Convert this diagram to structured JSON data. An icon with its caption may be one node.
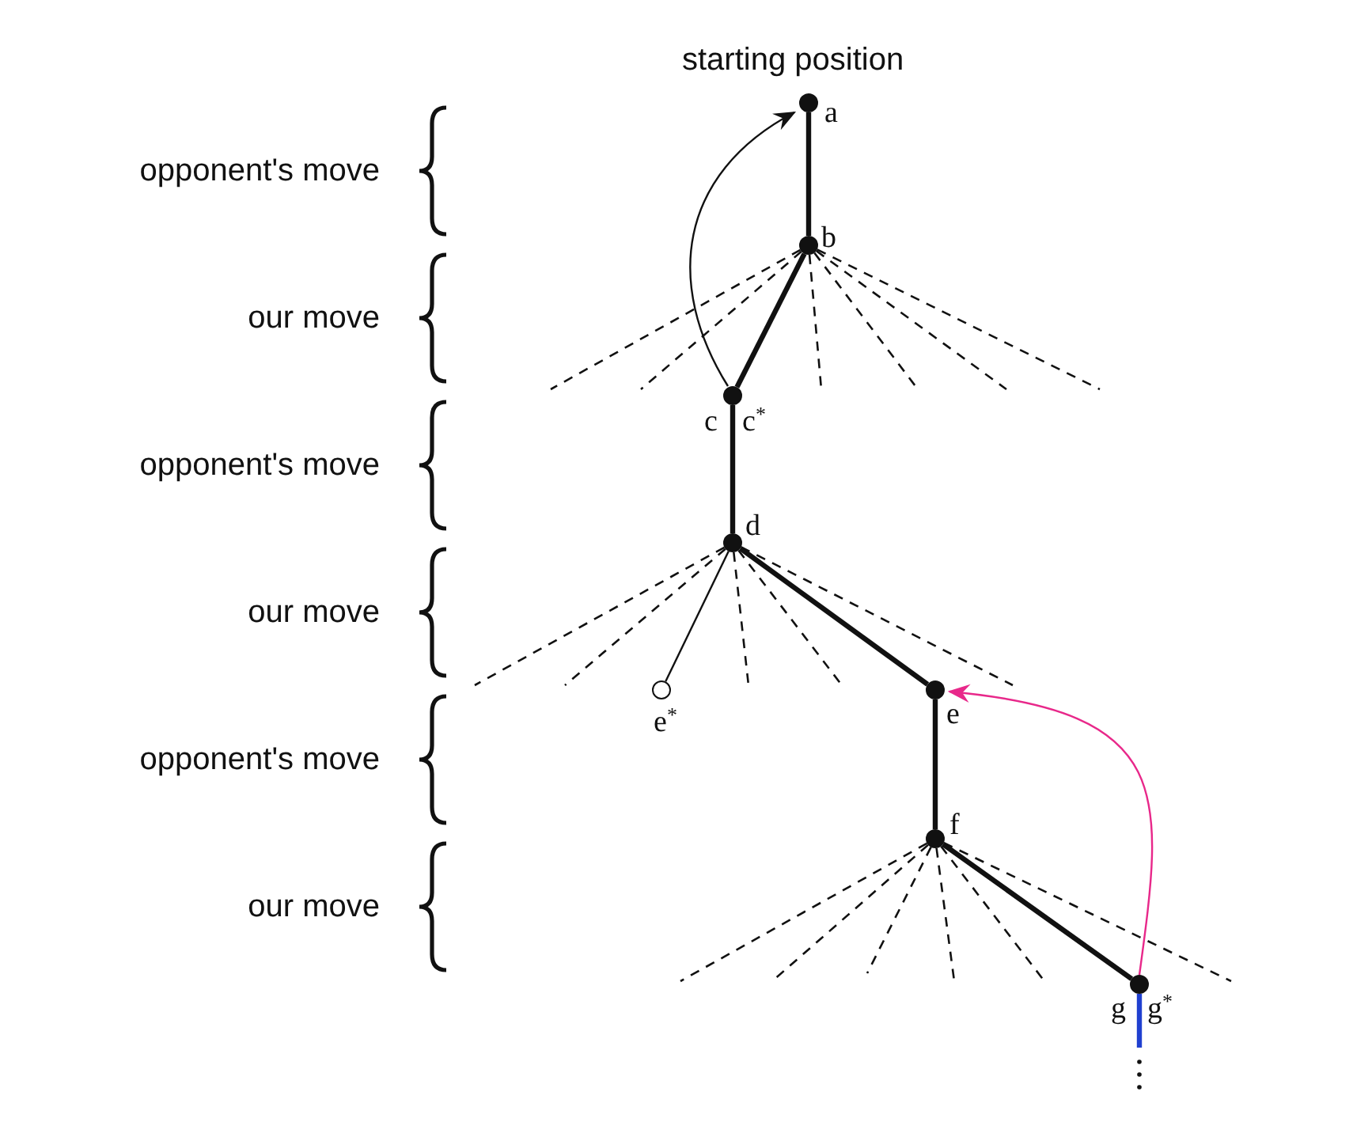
{
  "diagram": {
    "nodes": [
      {
        "text": [],
        "shape": "circle",
        "beside": [
          "starting position",
          "a"
        ]
      },
      {
        "text": [],
        "shape": "circle",
        "beside": [
          "b"
        ]
      },
      {
        "text": [],
        "shape": "circle",
        "beside": [
          "c",
          "c$^{*}$"
        ]
      },
      {
        "text": [],
        "shape": "circle",
        "beside": [
          "d"
        ]
      },
      {
        "text": [],
        "shape": "ring",
        "beside": [
          "e$^{*}$"
        ]
      },
      {
        "text": [],
        "shape": "circle",
        "beside": [
          "e"
        ]
      },
      {
        "text": [],
        "shape": "circle",
        "beside": [
          "f"
        ]
      },
      {
        "text": [],
        "shape": "circle",
        "beside": [
          "g",
          "g$^{*}$"
        ]
      }
    ],
    "edges": [
      {
        "from": 0,
        "to": 1,
        "arrow": "none",
        "style": "thick"
      },
      {
        "from": 1,
        "to": 2,
        "arrow": "none",
        "style": "thick"
      },
      {
        "from": 2,
        "to": 3,
        "arrow": "none",
        "style": "thick"
      },
      {
        "from": 3,
        "to": 4,
        "arrow": "none"
      },
      {
        "from": 3,
        "to": 5,
        "arrow": "none",
        "style": "thick"
      },
      {
        "from": 5,
        "to": 6,
        "arrow": "none",
        "style": "thick"
      },
      {
        "from": 6,
        "to": 7,
        "arrow": "none",
        "style": "thick"
      },
      {
        "from": 2,
        "to": 0,
        "arrow": "to"
      },
      {
        "from": 7,
        "to": 5,
        "arrow": "to",
        "color": "#e8288a"
      },
      {
        "from": 7,
        "to": null,
        "arrow": "none",
        "style": "thick",
        "color": "#2040d0"
      },
      {
        "from": 1,
        "to": null,
        "arrow": "none",
        "style": "dashed"
      },
      {
        "from": 1,
        "to": null,
        "arrow": "none",
        "style": "dashed"
      },
      {
        "from": 1,
        "to": null,
        "arrow": "none",
        "style": "dashed"
      },
      {
        "from": 1,
        "to": null,
        "arrow": "none",
        "style": "dashed"
      },
      {
        "from": 1,
        "to": null,
        "arrow": "none",
        "style": "dashed"
      },
      {
        "from": 1,
        "to": null,
        "arrow": "none",
        "style": "dashed"
      },
      {
        "from": 3,
        "to": null,
        "arrow": "none",
        "style": "dashed"
      },
      {
        "from": 3,
        "to": null,
        "arrow": "none",
        "style": "dashed"
      },
      {
        "from": 3,
        "to": null,
        "arrow": "none",
        "style": "dashed"
      },
      {
        "from": 3,
        "to": null,
        "arrow": "none",
        "style": "dashed"
      },
      {
        "from": 3,
        "to": null,
        "arrow": "none",
        "style": "dashed"
      },
      {
        "from": 6,
        "to": null,
        "arrow": "none",
        "style": "dashed"
      },
      {
        "from": 6,
        "to": null,
        "arrow": "none",
        "style": "dashed"
      },
      {
        "from": 6,
        "to": null,
        "arrow": "none",
        "style": "dashed"
      },
      {
        "from": 6,
        "to": null,
        "arrow": "none",
        "style": "dashed"
      },
      {
        "from": 6,
        "to": null,
        "arrow": "none",
        "style": "dashed"
      },
      {
        "from": 6,
        "to": null,
        "arrow": "none",
        "style": "dashed"
      }
    ],
    "labels": [
      "opponent's move",
      "our move",
      "opponent's move",
      "our move",
      "opponent's move",
      "our move"
    ]
  }
}
